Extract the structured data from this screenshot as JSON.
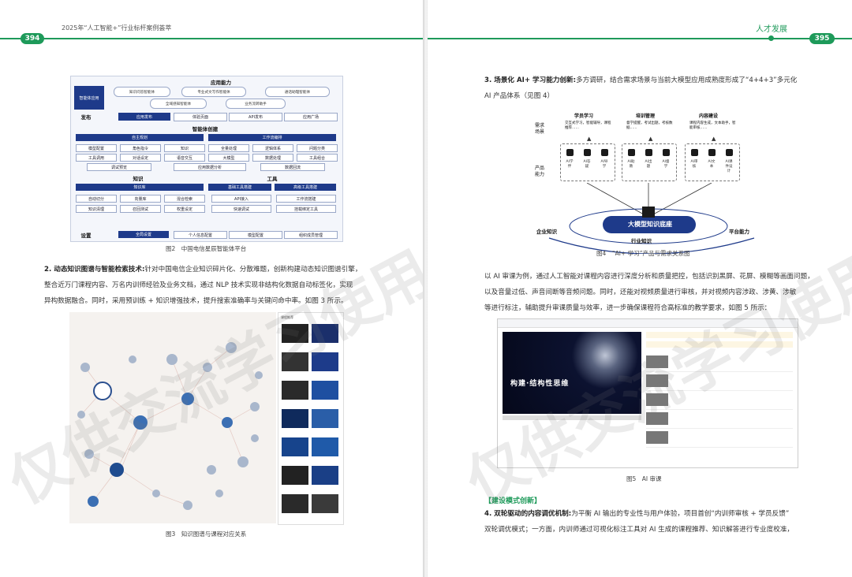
{
  "left": {
    "header_title": "2025年“人工智能+”行业标杆案例荟萃",
    "page_number": "394",
    "fig2": {
      "caption": "图2　中国电信星辰智能体平台",
      "sections": {
        "app_ability": "应用能力",
        "agent_apps": "智能体应用",
        "publish": "发布",
        "agent_build": "智能体创建",
        "knowledge": "知识",
        "tools": "工具",
        "settings": "设置"
      },
      "ovals": [
        "知识问答智能体",
        "专业式文写作智能体",
        "通话助理智能体",
        "全域感知智能体",
        "业务流转助手"
      ],
      "publish_items": [
        "应用发布",
        "体验页面",
        "API发布",
        "应用广场"
      ],
      "build_heads": [
        "自主规划",
        "工作流编排"
      ],
      "build_items": [
        "模型配置",
        "角色指令",
        "知识",
        "全量处理",
        "逻辑体系",
        "问题分类",
        "工具调用",
        "对话设定",
        "语音交互",
        "大模型",
        "数据处理",
        "工具组合",
        "调试预览",
        "应用数据分析",
        "数据回流"
      ],
      "knowledge_head": "知识库",
      "knowledge_items": [
        "自动切分",
        "向量库",
        "混合检索",
        "知识清理",
        "召回测试",
        "权重设定"
      ],
      "tools_heads": [
        "基础工具搭建",
        "高级工具搭建"
      ],
      "tools_items": [
        "API接入",
        "工作流搭建",
        "快速调试",
        "挂载绑定工具"
      ],
      "settings_items": [
        "全局设置",
        "个人信息配置",
        "模型配置",
        "组织成员管理"
      ]
    },
    "para2": {
      "title": "2. 动态知识图谱与智能检索技术:",
      "lines": [
        "针对中国电信企业知识碎片化、分散难题，创新构建动态知识图谱引擎，",
        "整合近万门课程内容、万名内训师经验及业务文档，通过 NLP 技术实现非结构化数据自动标签化，实现",
        "异构数据融合。同时，采用预训练 + 知识增强技术，提升搜索准确率与关键问命中率。如图 3 所示。"
      ]
    },
    "fig3": {
      "caption": "图3　知识图谱与课程对应关系",
      "panel_title": "课程推荐"
    }
  },
  "right": {
    "header_title": "人才发展",
    "page_number": "395",
    "para3": {
      "title": "3. 场景化 AI+ 学习能力创新:",
      "lines": [
        "多方调研，结合需求场景与当前大模型应用成熟度形成了“4+4+3”多元化",
        "AI 产品体系（见图 4）"
      ]
    },
    "fig4": {
      "caption": "图4　“AI+ 学习”产品与需求关系图",
      "row_labels": [
        "需求场景",
        "产品能力"
      ],
      "columns": [
        {
          "name": "学员学习",
          "desc": "交互式学习，智能辅导，课程推荐……",
          "items": [
            "AI学伴",
            "AI答疑",
            "AI导学"
          ]
        },
        {
          "name": "培训管理",
          "desc": "督学提醒，考试出题，考核数据……",
          "items": [
            "AI助教",
            "AI出题",
            "AI督学"
          ]
        },
        {
          "name": "内容建设",
          "desc": "课程内容生成，文本助手，智能审核……",
          "items": [
            "AI审核",
            "AI文本",
            "AI课件设计"
          ]
        }
      ],
      "base": "大模型知识底座",
      "bottom_labels": [
        "企业知识",
        "行业知识",
        "平台能力"
      ]
    },
    "para_review": {
      "lines": [
        "以 AI 审课为例，通过人工智能对课程内容进行深度分析和质量把控，包括识别黑屏、花屏、模糊等画面问题，",
        "以及音量过低、声音间断等音频问题。同时，还能对视频质量进行审核，并对视频内容涉政、涉黄、涉敏",
        "等进行标注，辅助提升审课质量与效率，进一步确保课程符合高标准的教学要求，如图 5 所示："
      ]
    },
    "fig5": {
      "caption": "图5　AI 审课",
      "video_title": "构建·结构性思维"
    },
    "mode_heading": "【建设模式创新】",
    "para4": {
      "title": "4. 双轮驱动的内容调优机制:",
      "lines": [
        "为平衡 AI 输出的专业性与用户体验，项目首创“内训师审核 + 学员反馈”",
        "双轮调优模式；一方面，内训师通过可视化标注工具对 AI 生成的课程推荐、知识解答进行专业度校准，"
      ]
    }
  },
  "watermark": "仅供交流学习使用",
  "colors": {
    "brand_green": "#1e9a5a",
    "arch_blue": "#1e3a8a"
  }
}
